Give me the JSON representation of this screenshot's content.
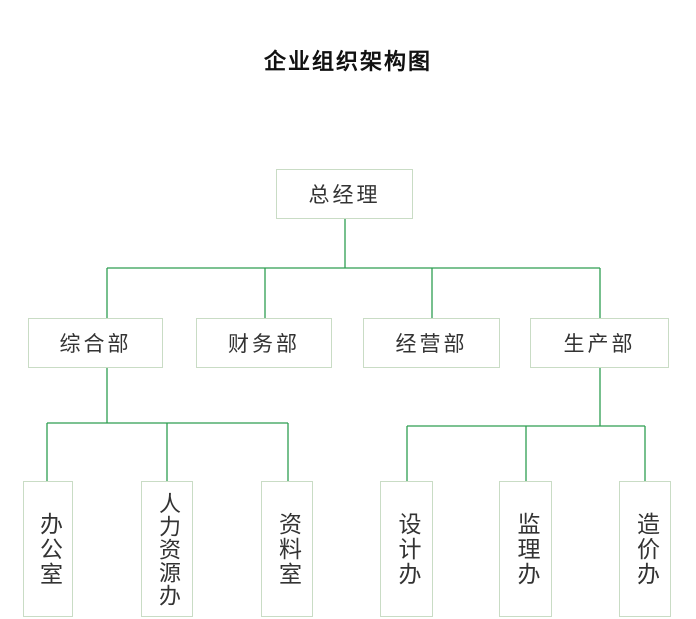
{
  "title": "企业组织架构图",
  "colors": {
    "connector": "#2e9e52",
    "box_border": "#c9dcc5"
  },
  "root": {
    "label": "总经理"
  },
  "departments": [
    {
      "label": "综合部"
    },
    {
      "label": "财务部"
    },
    {
      "label": "经营部"
    },
    {
      "label": "生产部"
    }
  ],
  "units": [
    {
      "label": "办公室",
      "parent": "综合部"
    },
    {
      "label": "人力资源办",
      "parent": "综合部"
    },
    {
      "label": "资料室",
      "parent": "综合部"
    },
    {
      "label": "设计办",
      "parent": "生产部"
    },
    {
      "label": "监理办",
      "parent": "生产部"
    },
    {
      "label": "造价办",
      "parent": "生产部"
    }
  ]
}
